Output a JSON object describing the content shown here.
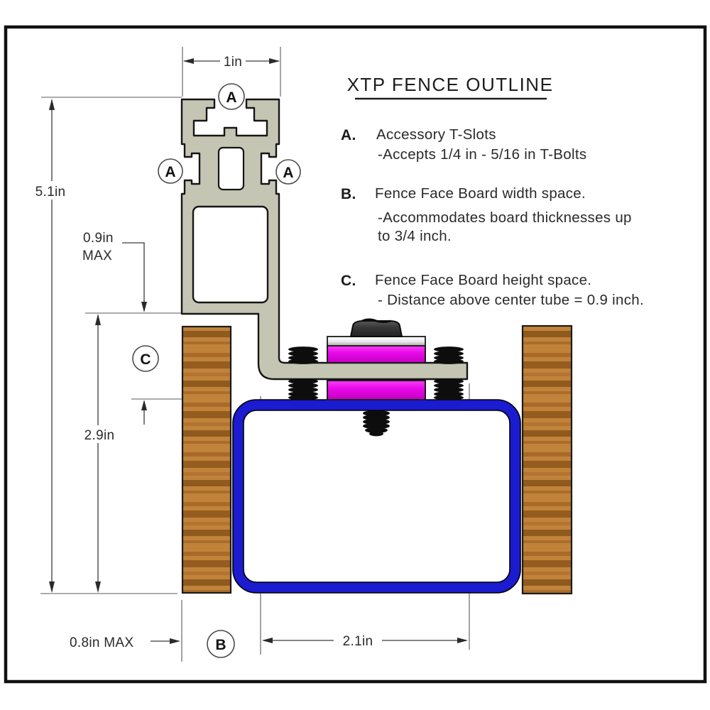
{
  "title": "XTP FENCE OUTLINE",
  "legend": {
    "a_key": "A.",
    "a_line1": "Accessory T-Slots",
    "a_line2": "-Accepts 1/4 in - 5/16 in T-Bolts",
    "b_key": "B.",
    "b_line1": "Fence Face Board width space.",
    "b_line2": "-Accommodates board thicknesses up",
    "b_line3": "to 3/4 inch.",
    "c_key": "C.",
    "c_line1": "Fence Face Board height space.",
    "c_line2": "- Distance above center tube = 0.9 inch."
  },
  "dimensions": {
    "top_width": "1in",
    "overall_height": "5.1in",
    "max_above": "0.9in",
    "max_above_suffix": "MAX",
    "tube_space": "2.9in",
    "board_thickness": "0.8in MAX",
    "face_width": "2.1in"
  },
  "callouts": {
    "t_slot": "A",
    "board_width": "B",
    "board_height": "C"
  },
  "colors": {
    "extrusion_tan": "#c5c5b3",
    "tube_blue": "#1b1bd0",
    "roller_magenta": "#e607e6",
    "wood_brown": "#bf7c35",
    "hardware_black": "#111111",
    "line_gray": "#3a3a3a"
  }
}
